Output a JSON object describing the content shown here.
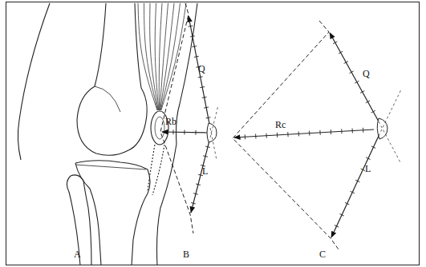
{
  "diagram": {
    "labels": [
      "Q",
      "Rb",
      "L",
      "Q",
      "Rc",
      "L",
      "A",
      "B",
      "C"
    ]
  }
}
